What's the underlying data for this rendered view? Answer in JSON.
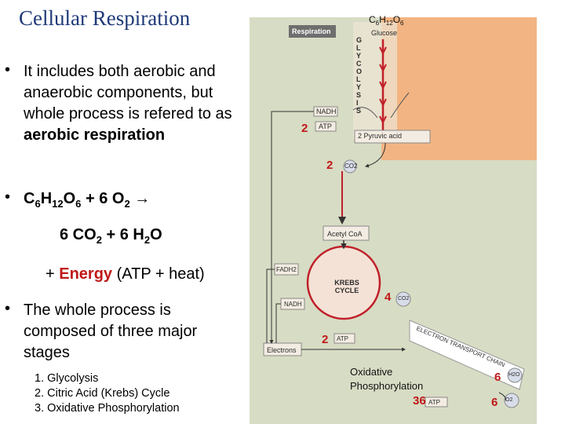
{
  "slide": {
    "title": "Cellular Respiration",
    "bullet1": "It includes both aerobic and anaerobic components, but whole process is refered to as",
    "bullet1_bold": "aerobic respiration",
    "eq_line1": [
      "C",
      "6",
      "H",
      "12",
      "O",
      "6",
      " + 6 O",
      "2",
      " →"
    ],
    "eq_line2": [
      "6 CO",
      "2",
      " + 6 H",
      "2",
      "O"
    ],
    "eq_line3_pre": "+ ",
    "eq_line3_energy": "Energy",
    "eq_line3_post": " (ATP + heat)",
    "bullet2": "The whole process is composed of three major stages",
    "stages": [
      "1.  Glycolysis",
      "2.  Citric Acid (Krebs) Cycle",
      "3.  Oxidative Phosphorylation"
    ]
  },
  "diagram": {
    "top_formula": [
      "C",
      "6",
      "H",
      "12",
      "O",
      "6"
    ],
    "respiration_label": "Respiration",
    "glucose_label": "Glucose",
    "glycolysis_letters": [
      "G",
      "L",
      "Y",
      "C",
      "O",
      "L",
      "Y",
      "S",
      "I",
      "S"
    ],
    "nadh_label": "NADH",
    "atp_label": "ATP",
    "pyruvic_label": "2 Pyruvic acid",
    "co2_label": "CO2",
    "acetyl_label": "Acetyl CoA",
    "fadh2_label": "FADH2",
    "krebs_label": "KREBS CYCLE",
    "nadh2_label": "NADH",
    "electrons_label": "Electrons",
    "etc_label": "ELECTRON TRANSPORT CHAIN",
    "h2o_label": "H2O",
    "o2_label": "O2",
    "atp_count_glycolysis": "2",
    "co2_count_pyruvate": "2",
    "co2_count_krebs": "4",
    "atp_count_krebs": "2",
    "h2o_count": "6",
    "atp_count_etc": "36",
    "o2_count": "6",
    "oxidative_label_line1": "Oxidative",
    "oxidative_label_line2": "Phosphorylation",
    "colors": {
      "panel": "#d7dcc4",
      "salmon": "#f2b482",
      "arrow": "#c0202a",
      "circle": "#f4e2d6",
      "box": "#f3ece2"
    }
  }
}
